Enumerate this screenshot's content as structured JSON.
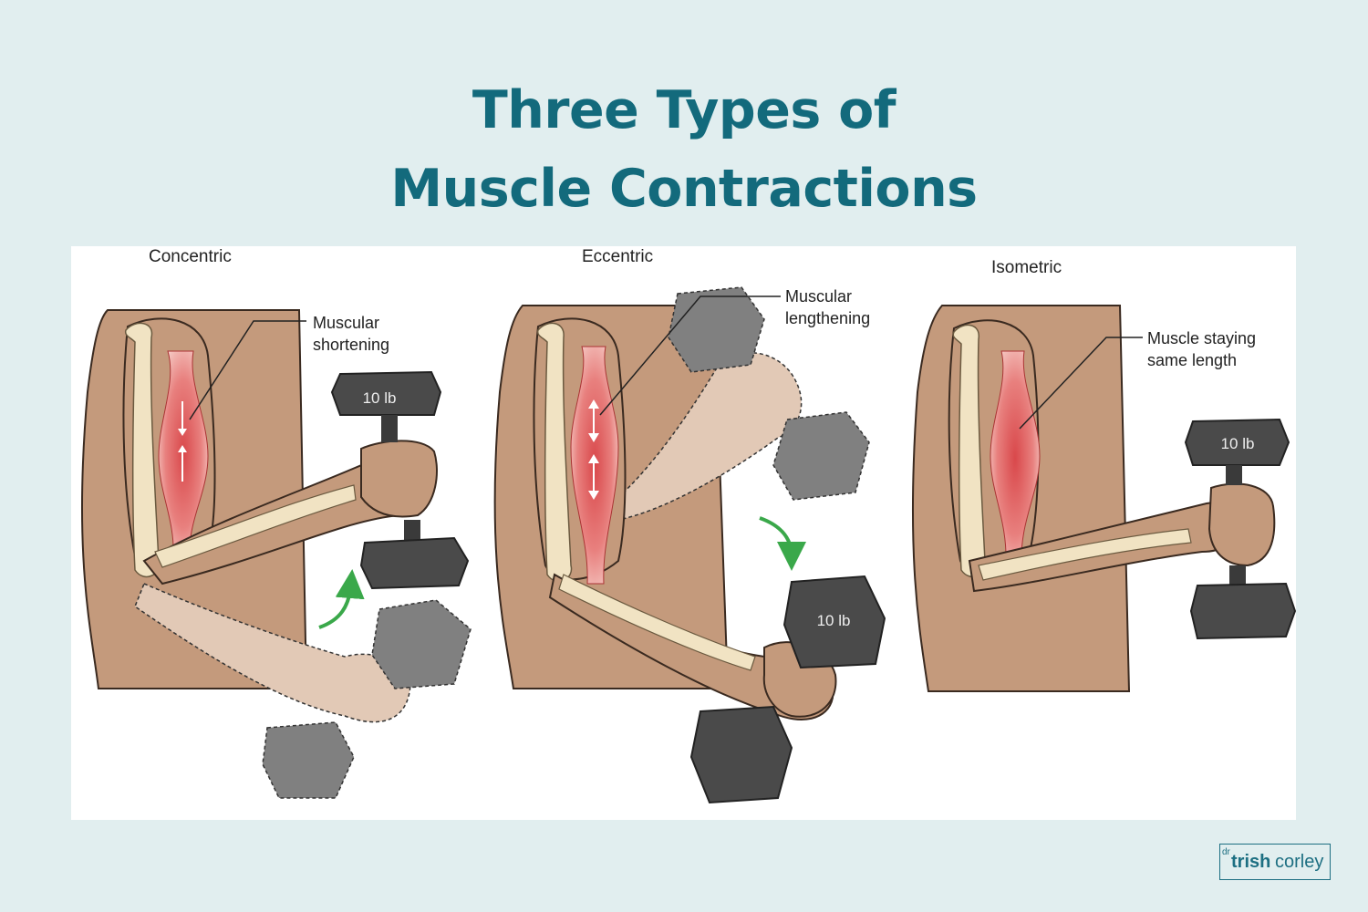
{
  "title": {
    "line1": "Three Types of",
    "line2": "Muscle Contractions"
  },
  "panels": [
    {
      "name": "Concentric",
      "annotation": [
        "Muscular",
        "shortening"
      ],
      "weight": "10 lb"
    },
    {
      "name": "Eccentric",
      "annotation": [
        "Muscular",
        "lengthening"
      ],
      "weight": "10 lb"
    },
    {
      "name": "Isometric",
      "annotation": [
        "Muscle staying",
        "same length"
      ],
      "weight": "10 lb"
    }
  ],
  "logo": {
    "prefix": "dr",
    "first": "trish",
    "last": "corley"
  },
  "colors": {
    "background": "#e1eeef",
    "title": "#136a7c",
    "skin": "#c49a7c",
    "skin_faded": "#e2c9b6",
    "bone": "#f1e3c3",
    "muscle": "#d9484b",
    "dumbbell": "#4a4a4a",
    "dumbbell_faded": "#808080",
    "arrow": "#3aa84a"
  }
}
